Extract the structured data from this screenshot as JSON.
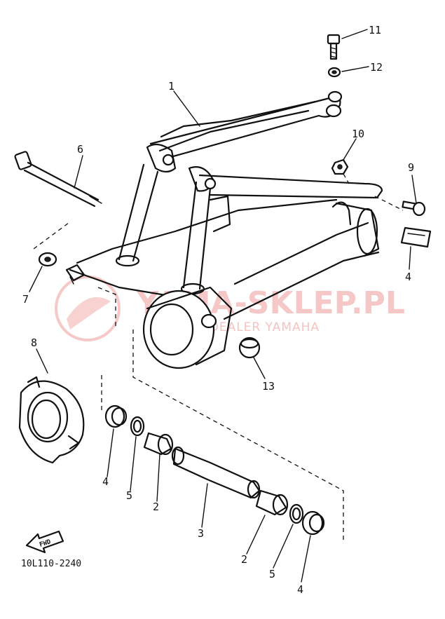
{
  "diagram": {
    "part_code": "10L110-2240",
    "direction_arrow_label": "FWD",
    "callouts": [
      "1",
      "2",
      "2",
      "3",
      "4",
      "4",
      "4",
      "5",
      "5",
      "6",
      "7",
      "8",
      "9",
      "10",
      "11",
      "12",
      "13"
    ]
  },
  "watermark": {
    "title": "YAMA-SKLEP.PL",
    "subtitle": "MICZ | DEALER YAMAHA",
    "color": "#ef9a9a"
  }
}
